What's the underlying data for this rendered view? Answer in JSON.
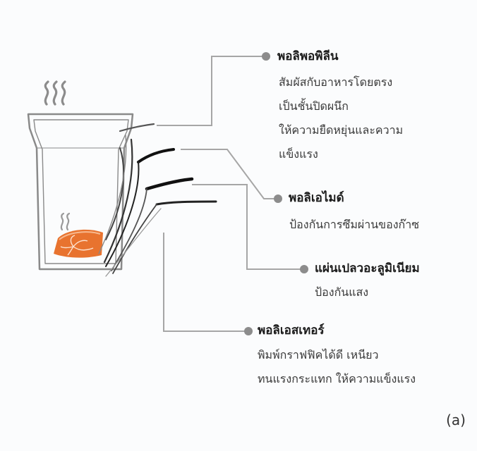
{
  "layers": [
    {
      "title": "พอลิพอพิลีน",
      "lines": [
        "สัมผัสกับอาหารโดยตรง",
        "เป็นชั้นปิดผนึก",
        "ให้ความยืดหยุ่นและความ",
        "แข็งแรง"
      ]
    },
    {
      "title": "พอลิเอไมด์",
      "lines": [
        "ป้องกันการซึมผ่านของก๊าซ"
      ]
    },
    {
      "title": "แผ่นเปลวอะลูมิเนียม",
      "lines": [
        "ป้องกันแสง"
      ]
    },
    {
      "title": "พอลิเอสเทอร์",
      "lines": [
        "พิมพ์กราฟฟิคได้ดี เหนียว",
        "ทนแรงกระแทก ให้ความแข็งแรง"
      ]
    }
  ],
  "caption": "(a)",
  "colors": {
    "leader_line": "#a6a6a6",
    "bullet": "#8c8c8c",
    "salmon": "#e8732f",
    "pouch_outline": "#8a8a8a"
  },
  "icons": [
    "steam-icon",
    "salmon-icon",
    "pouch-icon"
  ]
}
